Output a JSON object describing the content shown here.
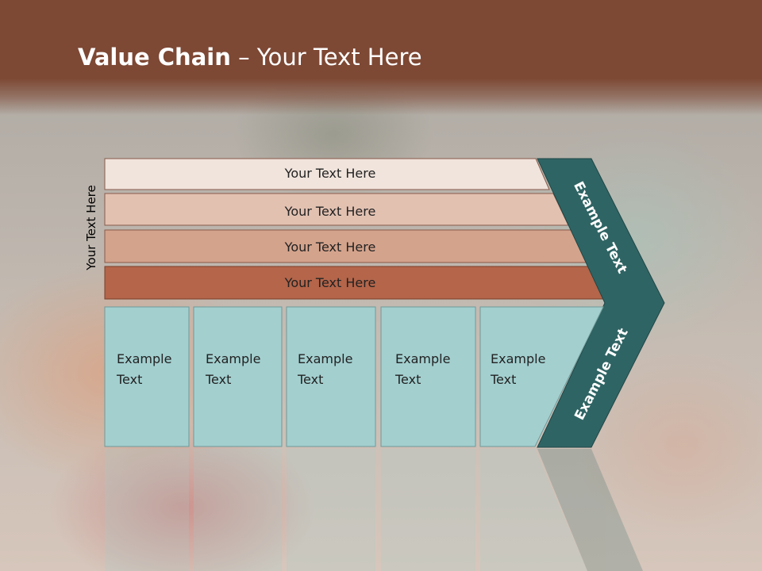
{
  "title": {
    "bold": "Value Chain",
    "rest": " – Your Text Here"
  },
  "side_label": "Your Text Here",
  "support_activities": [
    {
      "label": "Your Text Here",
      "color": "#f0e4dc"
    },
    {
      "label": "Your Text Here",
      "color": "#e2c1b1"
    },
    {
      "label": "Your Text Here",
      "color": "#d4a38c"
    },
    {
      "label": "Your Text Here",
      "color": "#b4654a"
    }
  ],
  "primary_activities": [
    {
      "line1": "Example",
      "line2": "Text"
    },
    {
      "line1": "Example",
      "line2": "Text"
    },
    {
      "line1": "Example",
      "line2": "Text"
    },
    {
      "line1": "Example",
      "line2": "Text"
    },
    {
      "line1": "Example",
      "line2": "Text"
    }
  ],
  "margin_labels": {
    "upper": "Example Text",
    "lower": "Example Text"
  },
  "colors": {
    "header": "#7d4834",
    "primary_fill": "#a3cfcf",
    "margin_fill": "#2f6464"
  }
}
